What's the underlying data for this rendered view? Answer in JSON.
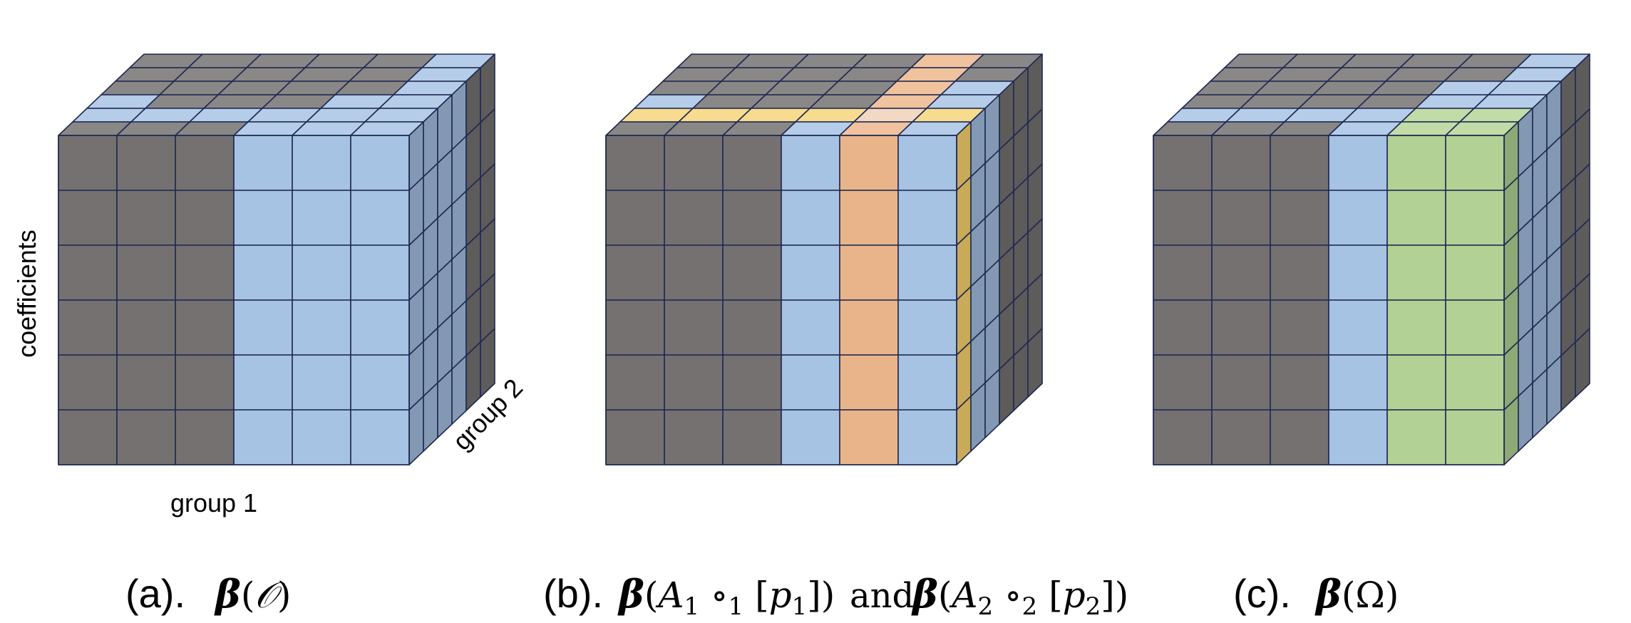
{
  "palette": {
    "gray_front": "#757171",
    "gray_top": "#8a8787",
    "gray_side": "#5e5b5b",
    "blue_front": "#a7c3e3",
    "blue_top": "#b6cde9",
    "blue_side": "#8399b3",
    "orange_front": "#eab48a",
    "orange_top": "#f0c39e",
    "orange_light_top": "#f3d8c4",
    "yellow_top": "#f7dc8f",
    "yellow_side": "#c9aa58",
    "green_front": "#b2d195",
    "green_top": "#c2dca8",
    "green_side": "#8ea876",
    "edge": "#1f2a52"
  },
  "cubes": [
    {
      "id": "a",
      "prefix": "(a).",
      "math": "β(𝒪)",
      "front_columns": [
        "gray",
        "gray",
        "gray",
        "blue",
        "blue",
        "blue"
      ],
      "top_rows": [
        [
          "gray",
          "gray",
          "gray",
          "gray",
          "gray",
          "blue"
        ],
        [
          "gray",
          "gray",
          "gray",
          "gray",
          "gray",
          "blue"
        ],
        [
          "gray",
          "gray",
          "gray",
          "gray",
          "gray",
          "blue"
        ],
        [
          "blue",
          "gray",
          "gray",
          "gray",
          "blue",
          "blue"
        ],
        [
          "blue",
          "blue",
          "blue",
          "blue",
          "blue",
          "blue"
        ],
        [
          "gray",
          "gray",
          "gray",
          "blue",
          "blue",
          "blue"
        ]
      ],
      "side_columns": [
        "blue",
        "blue",
        "blue",
        "blue",
        "gray",
        "gray"
      ]
    },
    {
      "id": "b",
      "prefix": "(b).",
      "math": "β(A₁ ∘₁ [p₁]) and β(A₂ ∘₂ [p₂])",
      "front_columns": [
        "gray",
        "gray",
        "gray",
        "blue",
        "orange",
        "blue"
      ],
      "top_rows": [
        [
          "gray",
          "gray",
          "gray",
          "gray",
          "orange",
          "gray"
        ],
        [
          "gray",
          "gray",
          "gray",
          "gray",
          "orange",
          "gray"
        ],
        [
          "gray",
          "gray",
          "gray",
          "gray",
          "orange",
          "blue"
        ],
        [
          "blue",
          "gray",
          "gray",
          "gray",
          "orange",
          "blue"
        ],
        [
          "yellow",
          "yellow",
          "yellow",
          "yellow",
          "orange_light",
          "yellow"
        ],
        [
          "gray",
          "gray",
          "gray",
          "blue",
          "orange",
          "blue"
        ]
      ],
      "side_columns": [
        "yellow",
        "blue",
        "blue",
        "gray",
        "gray",
        "gray"
      ]
    },
    {
      "id": "c",
      "prefix": "(c).",
      "math": "β(Ω)",
      "front_columns": [
        "gray",
        "gray",
        "gray",
        "blue",
        "green",
        "green"
      ],
      "top_rows": [
        [
          "gray",
          "gray",
          "gray",
          "gray",
          "gray",
          "blue"
        ],
        [
          "gray",
          "gray",
          "gray",
          "gray",
          "gray",
          "blue"
        ],
        [
          "gray",
          "gray",
          "gray",
          "gray",
          "blue",
          "blue"
        ],
        [
          "gray",
          "gray",
          "gray",
          "gray",
          "blue",
          "blue"
        ],
        [
          "blue",
          "blue",
          "blue",
          "blue",
          "green",
          "green"
        ],
        [
          "gray",
          "gray",
          "gray",
          "blue",
          "green",
          "green"
        ]
      ],
      "side_columns": [
        "green",
        "blue",
        "blue",
        "blue",
        "gray",
        "gray"
      ]
    }
  ],
  "labels": {
    "coefficients": "coefficients",
    "group1": "group 1",
    "group2": "group 2"
  },
  "captions": {
    "a_prefix": "(a).",
    "b_prefix": "(b).",
    "c_prefix": "(c).",
    "b_and": "and"
  }
}
